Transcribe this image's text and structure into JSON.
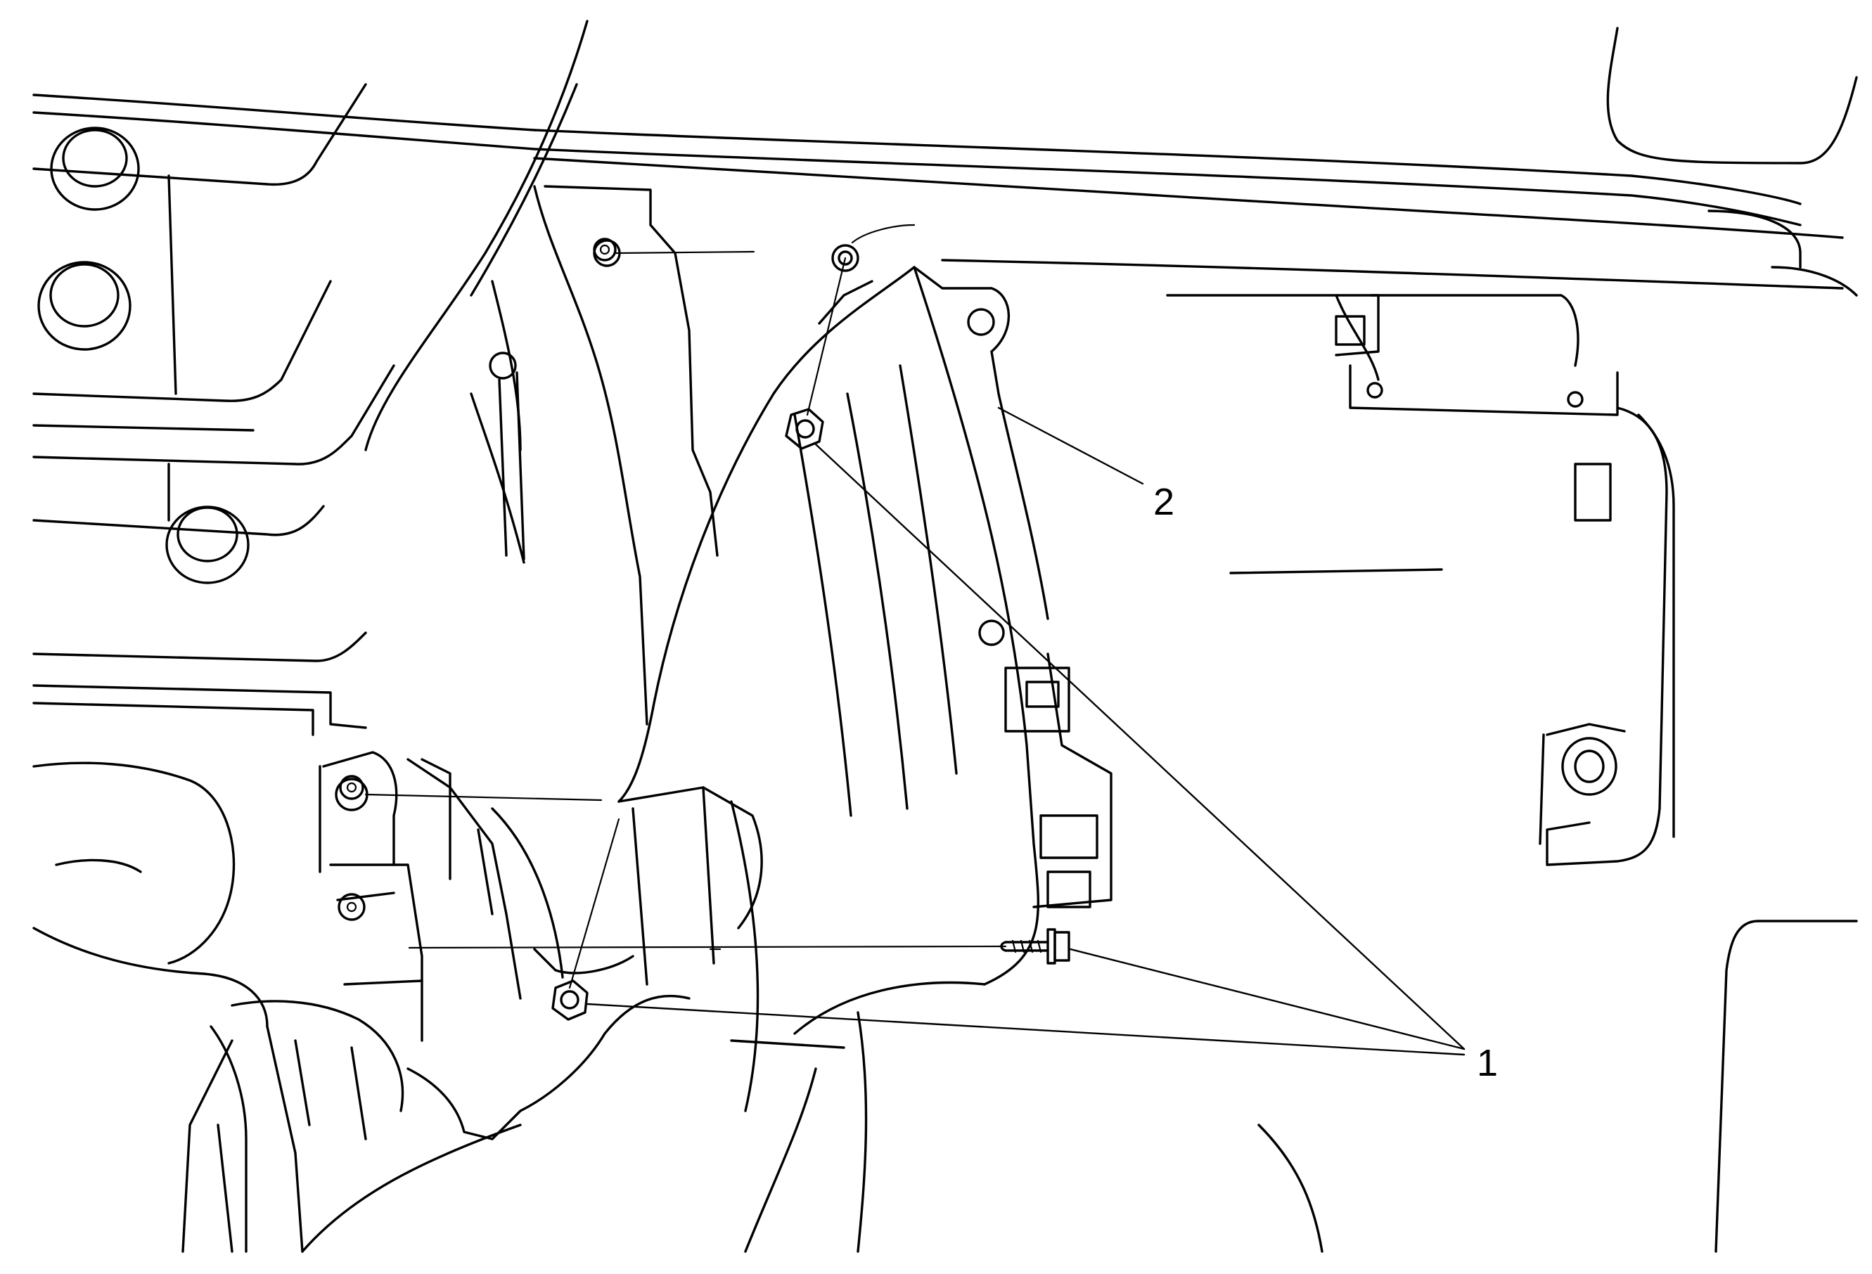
{
  "figure": {
    "style": "black-line technical illustration",
    "line_color": "#000000",
    "background_color": "#ffffff"
  },
  "callouts": [
    {
      "id": "fasteners",
      "label": "1"
    },
    {
      "id": "trim-panel",
      "label": "2"
    }
  ]
}
